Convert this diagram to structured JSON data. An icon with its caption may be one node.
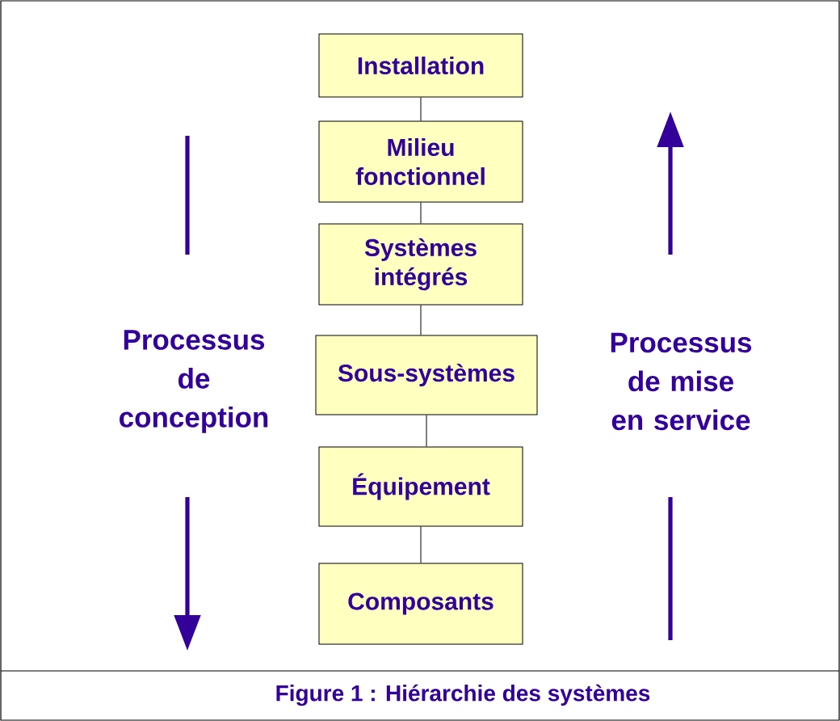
{
  "diagram": {
    "caption": "Figure 1 : Hiérarchie des systèmes",
    "nodes": [
      {
        "text": [
          "Installation"
        ]
      },
      {
        "text": [
          "Milieu fonctionnel"
        ]
      },
      {
        "text": [
          "Systèmes intégrés"
        ]
      },
      {
        "text": [
          "Sous-systèmes"
        ]
      },
      {
        "text": [
          "Équipement"
        ]
      },
      {
        "text": [
          "Composants"
        ]
      }
    ],
    "edges": [
      {
        "from": 0,
        "to": 1,
        "arrow": "none"
      },
      {
        "from": 1,
        "to": 2,
        "arrow": "none"
      },
      {
        "from": 2,
        "to": 3,
        "arrow": "none"
      },
      {
        "from": 3,
        "to": 4,
        "arrow": "none"
      },
      {
        "from": 4,
        "to": 5,
        "arrow": "none"
      }
    ],
    "labels": [
      "Processus de conception",
      "Processus de mise en service"
    ]
  }
}
